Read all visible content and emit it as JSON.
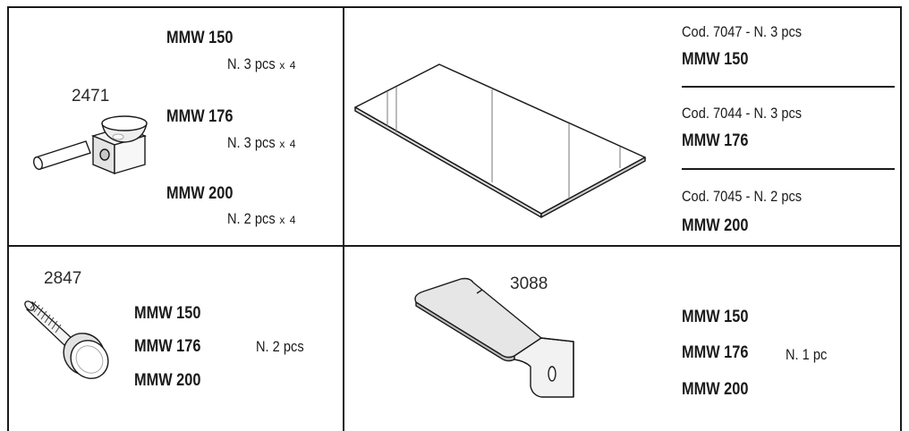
{
  "parts": {
    "p2471": {
      "code": "2471",
      "rows": [
        {
          "model": "MMW 150",
          "qty": "N. 3 pcs",
          "mult": "x 4"
        },
        {
          "model": "MMW 176",
          "qty": "N. 3 pcs",
          "mult": "x 4"
        },
        {
          "model": "MMW 200",
          "qty": "N. 2 pcs",
          "mult": "x 4"
        }
      ]
    },
    "shelf": {
      "rows": [
        {
          "cod": "Cod. 7047 - N. 3 pcs",
          "model": "MMW 150"
        },
        {
          "cod": "Cod. 7044 - N. 3 pcs",
          "model": "MMW 176"
        },
        {
          "cod": "Cod. 7045 - N. 2 pcs",
          "model": "MMW 200"
        }
      ]
    },
    "p2847": {
      "code": "2847",
      "models": [
        "MMW 150",
        "MMW 176",
        "MMW 200"
      ],
      "qty": "N. 2 pcs"
    },
    "p3088": {
      "code": "3088",
      "models": [
        "MMW 150",
        "MMW 176",
        "MMW 200"
      ],
      "qty": "N. 1 pc"
    }
  }
}
